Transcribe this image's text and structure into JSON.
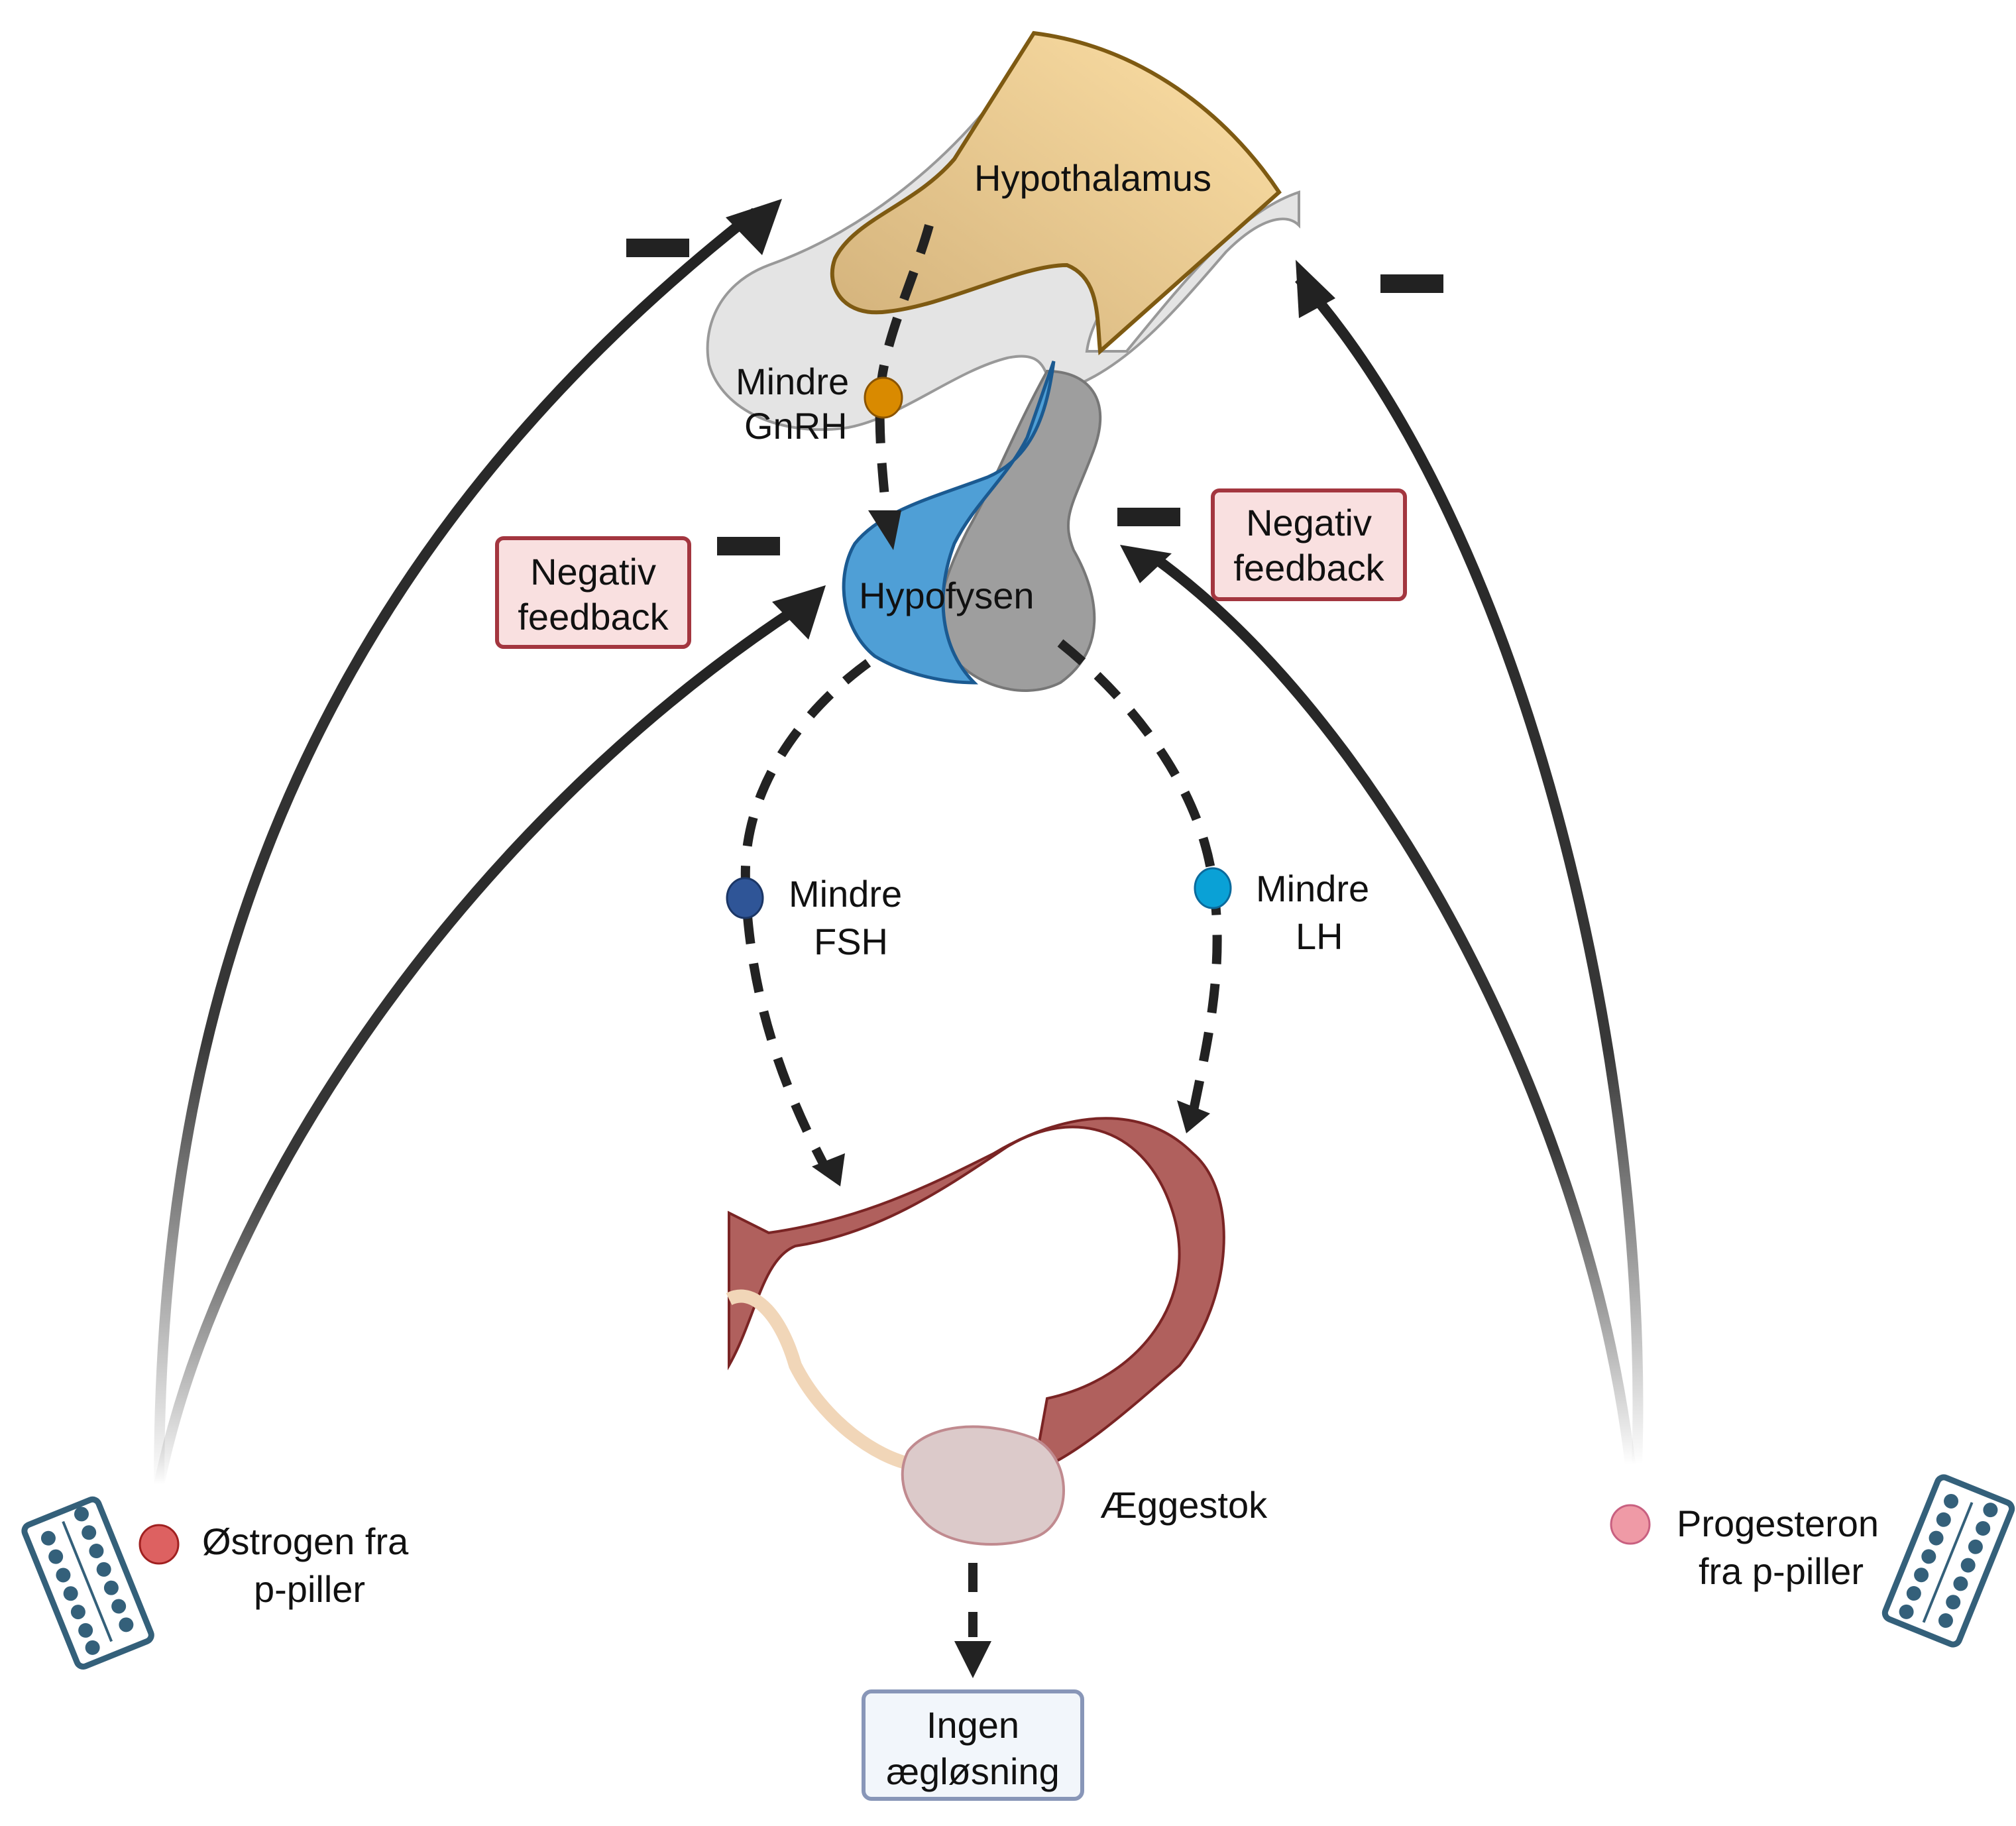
{
  "diagram": {
    "title": "",
    "organs": {
      "hypothalamus": "Hypothalamus",
      "pituitary": "Hypofysen",
      "ovary": "Æggestok"
    },
    "hormones": {
      "gnrh": {
        "line1": "Mindre",
        "line2": "GnRH",
        "color": "#d98a00"
      },
      "fsh": {
        "line1": "Mindre",
        "line2": "FSH",
        "color": "#2f5597"
      },
      "lh": {
        "line1": "Mindre",
        "line2": "LH",
        "color": "#0aa1d6"
      }
    },
    "sources": {
      "estrogen": {
        "line1": "Østrogen fra",
        "line2": "p-piller",
        "color": "#dd6161"
      },
      "progesterone": {
        "line1": "Progesteron",
        "line2": "fra p-piller",
        "color": "#ef9aa6"
      }
    },
    "feedback_left": {
      "line1": "Negativ",
      "line2": "feedback"
    },
    "feedback_right": {
      "line1": "Negativ",
      "line2": "feedback"
    },
    "outcome": {
      "line1": "Ingen",
      "line2": "ægløsning"
    },
    "inhibition_symbol": "−",
    "colors": {
      "feedback_fill": "#f9e0e0",
      "feedback_border": "#a3363f",
      "outcome_fill": "#f2f6fb",
      "outcome_border": "#8896b8",
      "pill_pack": "#34607a",
      "hypothalamus_fill": "#e9c88c",
      "pituitary_front": "#4f9fd6",
      "pituitary_back": "#9b9b9b",
      "uterine_tube": "#a7504f"
    }
  }
}
